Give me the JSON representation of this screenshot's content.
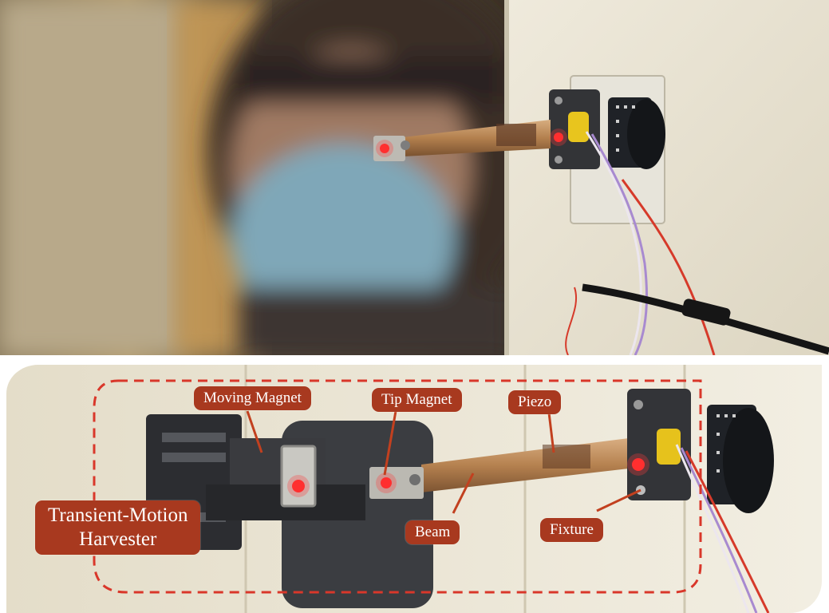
{
  "labels": {
    "moving_magnet": "Moving Magnet",
    "tip_magnet": "Tip Magnet",
    "piezo": "Piezo",
    "beam": "Beam",
    "fixture": "Fixture",
    "harvester": "Transient-Motion\nHarvester"
  },
  "colors": {
    "label_fill": "#a8391f",
    "dashed_outline": "#d9372a",
    "leader_line": "#c2401f",
    "wall": "#e9e3d2",
    "background_blur": "#7a6a4c",
    "beam": "#b98a5c",
    "holder": "#2f3033",
    "indicator_led": "#ff2a2a"
  }
}
